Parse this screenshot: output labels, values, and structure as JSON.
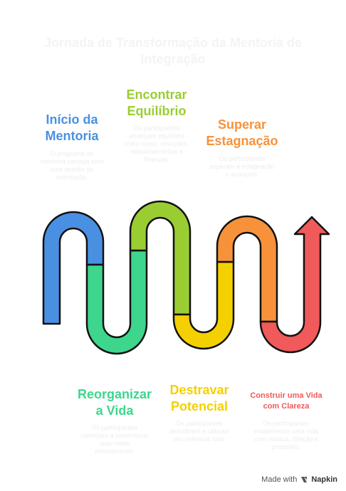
{
  "title": "Jornada de Transformação da Mentoria de Integração",
  "stages": [
    {
      "title": "Início da Mentoria",
      "color": "#4a90e2",
      "desc": "O programa de mentoria começa com uma sessão de orientação."
    },
    {
      "title": "Reorganizar a Vida",
      "color": "#3dd68c",
      "desc": "Os participantes começam a reestruturar suas vidas internamente."
    },
    {
      "title": "Encontrar Equilíbrio",
      "color": "#9acd32",
      "desc": "Os participantes alcançam equilíbrio entre corpo, emoções, relacionamentos e finanças."
    },
    {
      "title": "Destravar Potencial",
      "color": "#f5d000",
      "desc": "Os participantes descobrem e utilizam seu potencial total."
    },
    {
      "title": "Superar Estagnação",
      "color": "#f7923a",
      "desc": "Os participantes superam a estagnação e avançam."
    },
    {
      "title": "Construir uma Vida com Clareza",
      "color": "#f05a5a",
      "desc": "Os participantes estabelecem uma vida com clareza, direção e propósito."
    }
  ],
  "footer": {
    "made_with": "Made with",
    "brand": "Napkin",
    "icon": "napkin-logo-icon"
  }
}
